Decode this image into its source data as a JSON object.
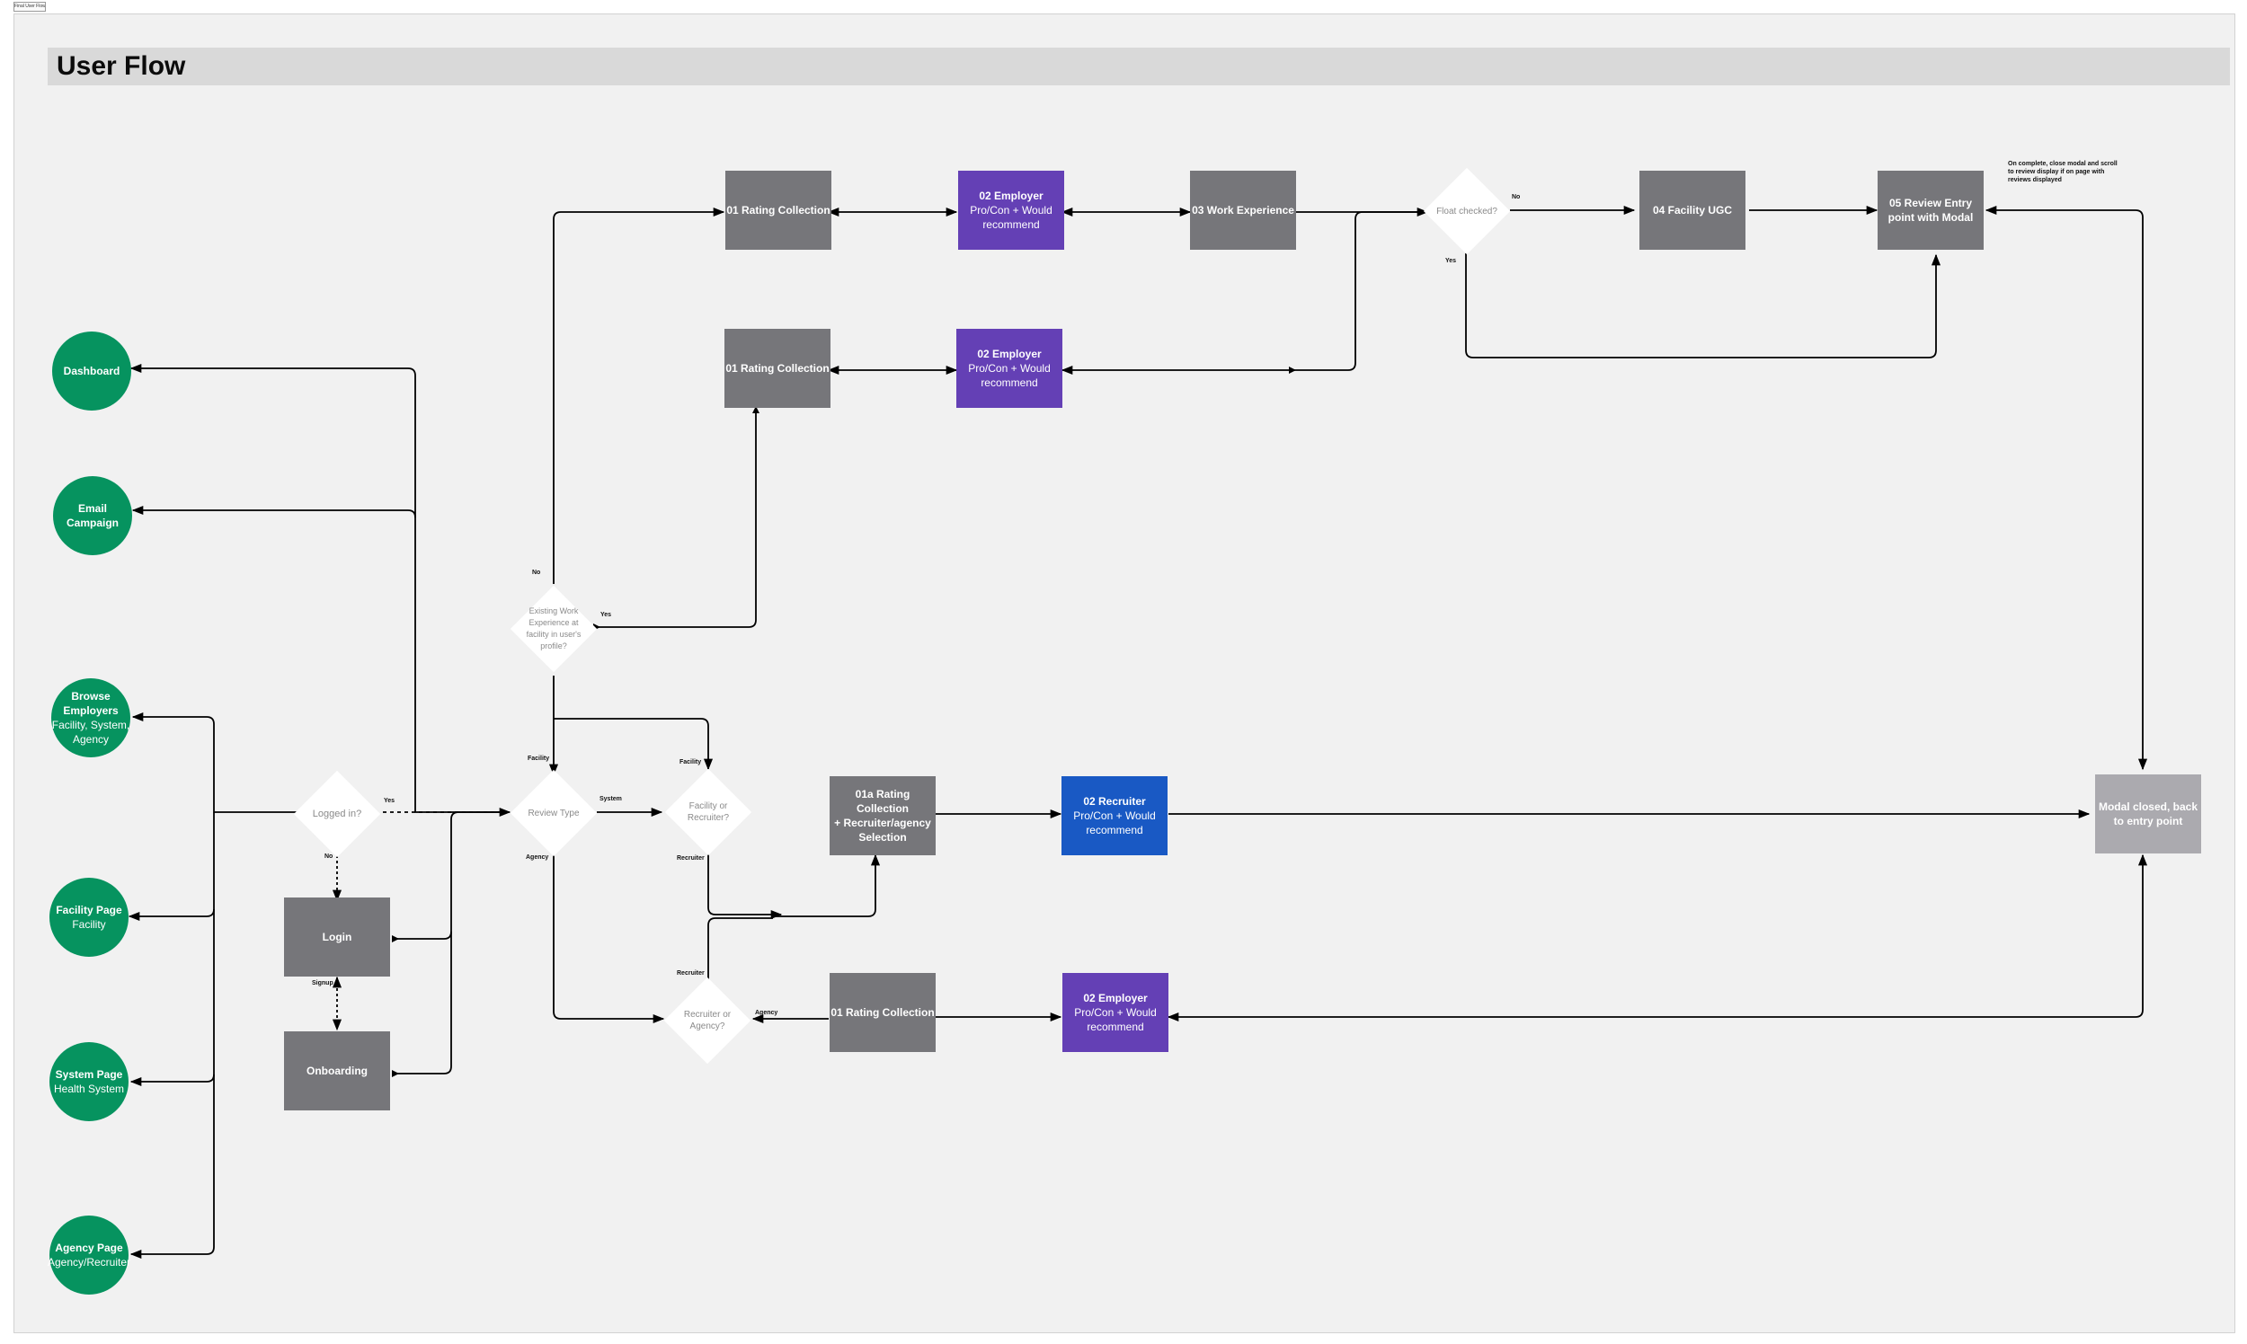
{
  "frame_tag": "Final User Flow",
  "title": "User Flow",
  "entry_points": {
    "dashboard": {
      "label": "Dashboard",
      "sub": ""
    },
    "email": {
      "label": "Email\nCampaign",
      "sub": ""
    },
    "browse": {
      "label": "Browse\nEmployers",
      "sub": "Facility, System,\nAgency"
    },
    "facility_page": {
      "label": "Facility Page",
      "sub": "Facility"
    },
    "system_page": {
      "label": "System Page",
      "sub": "Health System"
    },
    "agency_page": {
      "label": "Agency Page",
      "sub": "Agency/Recruiter"
    }
  },
  "decisions": {
    "logged_in": "Logged in?",
    "review_type": "Review Type",
    "existing_work": "Existing Work\nExperience at\nfacility in user's\nprofile?",
    "facility_or_recruiter": "Facility or\nRecruiter?",
    "recruiter_or_agency": "Recruiter or\nAgency?",
    "float_checked": "Float checked?"
  },
  "steps": {
    "login": "Login",
    "onboarding": "Onboarding",
    "rating_top": "01 Rating Collection",
    "employer_top": {
      "label": "02 Employer",
      "sub": "Pro/Con + Would\nrecommend"
    },
    "work_experience": "03 Work Experience",
    "facility_ugc": "04 Facility UGC",
    "review_entry": "05 Review Entry\npoint with Modal",
    "rating_mid": "01 Rating Collection",
    "employer_mid": {
      "label": "02 Employer",
      "sub": "Pro/Con + Would\nrecommend"
    },
    "rating_recruiter": "01a Rating\nCollection\n+ Recruiter/agency\nSelection",
    "recruiter": {
      "label": "02 Recruiter",
      "sub": "Pro/Con + Would\nrecommend"
    },
    "rating_agency": "01 Rating Collection",
    "employer_agency": {
      "label": "02 Employer",
      "sub": "Pro/Con + Would\nrecommend"
    },
    "modal_closed": "Modal closed, back\nto entry point"
  },
  "edge_labels": {
    "yes_logged": "Yes",
    "no_logged": "No",
    "signup": "Signup",
    "facility": "Facility",
    "system": "System",
    "agency": "Agency",
    "facility_right": "Facility",
    "recruiter_down": "Recruiter",
    "recruiter_up": "Recruiter",
    "agency_right": "Agency",
    "no_existing": "No",
    "yes_existing": "Yes",
    "no_float": "No",
    "yes_float": "Yes"
  },
  "note": "On complete, close modal and scroll to review display if on page with reviews displayed",
  "colors": {
    "entry_green": "#06935f",
    "step_gray": "#76767a",
    "employer_purple": "#6440b5",
    "recruiter_blue": "#1959c4",
    "modal_gray": "#abaaaf",
    "canvas": "#f1f1f1",
    "title_bar": "#d9d9d9"
  }
}
